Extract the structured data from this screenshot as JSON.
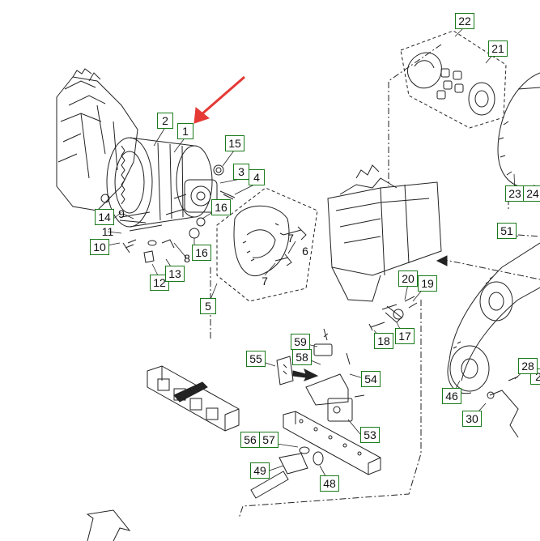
{
  "diagram": {
    "type": "exploded-parts-diagram",
    "callout_border_color": "#1a7a1a",
    "drawing_color": "#222222",
    "highlight_arrow_color": "#e53935",
    "callouts": [
      "1",
      "2",
      "3",
      "4",
      "5",
      "6",
      "7",
      "7",
      "8",
      "9",
      "10",
      "11",
      "12",
      "13",
      "14",
      "15",
      "16",
      "16",
      "17",
      "18",
      "19",
      "20",
      "21",
      "22",
      "23",
      "24",
      "2",
      "28",
      "30",
      "46",
      "48",
      "49",
      "51",
      "53",
      "54",
      "55",
      "56",
      "57",
      "58",
      "59"
    ]
  }
}
